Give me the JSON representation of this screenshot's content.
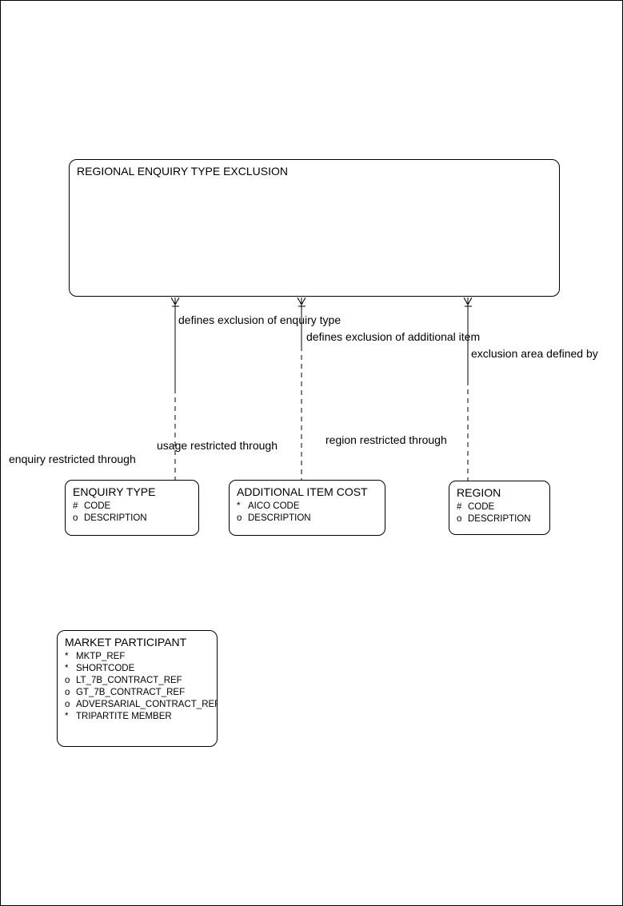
{
  "canvas": {
    "background": "#ffffff",
    "line_color": "#000000",
    "text_color": "#000000"
  },
  "entities": {
    "regional_enquiry_type_exclusion": {
      "name": "REGIONAL ENQUIRY TYPE EXCLUSION",
      "attributes": []
    },
    "enquiry_type": {
      "name": "ENQUIRY TYPE",
      "attributes": [
        {
          "prefix": "#",
          "name": "CODE"
        },
        {
          "prefix": "o",
          "name": "DESCRIPTION"
        }
      ]
    },
    "additional_item_cost": {
      "name": "ADDITIONAL ITEM COST",
      "attributes": [
        {
          "prefix": "*",
          "name": "AICO CODE"
        },
        {
          "prefix": "o",
          "name": "DESCRIPTION"
        }
      ]
    },
    "region": {
      "name": "REGION",
      "attributes": [
        {
          "prefix": "#",
          "name": "CODE"
        },
        {
          "prefix": "o",
          "name": "DESCRIPTION"
        }
      ]
    },
    "market_participant": {
      "name": "MARKET PARTICIPANT",
      "attributes": [
        {
          "prefix": "*",
          "name": "MKTP_REF"
        },
        {
          "prefix": "*",
          "name": "SHORTCODE"
        },
        {
          "prefix": "o",
          "name": "LT_7B_CONTRACT_REF"
        },
        {
          "prefix": "o",
          "name": "GT_7B_CONTRACT_REF"
        },
        {
          "prefix": "o",
          "name": "ADVERSARIAL_CONTRACT_REF"
        },
        {
          "prefix": "*",
          "name": "TRIPARTITE MEMBER"
        }
      ]
    }
  },
  "relationships": [
    {
      "from": "REGIONAL ENQUIRY TYPE EXCLUSION",
      "to": "ENQUIRY TYPE",
      "forward_label": "defines exclusion of enquiry type",
      "reverse_label": "enquiry restricted through"
    },
    {
      "from": "REGIONAL ENQUIRY TYPE EXCLUSION",
      "to": "ADDITIONAL ITEM COST",
      "forward_label": "defines exclusion of additional item",
      "reverse_label": "usage restricted through"
    },
    {
      "from": "REGIONAL ENQUIRY TYPE EXCLUSION",
      "to": "REGION",
      "forward_label": "exclusion area defined by",
      "reverse_label": "region restricted through"
    }
  ]
}
